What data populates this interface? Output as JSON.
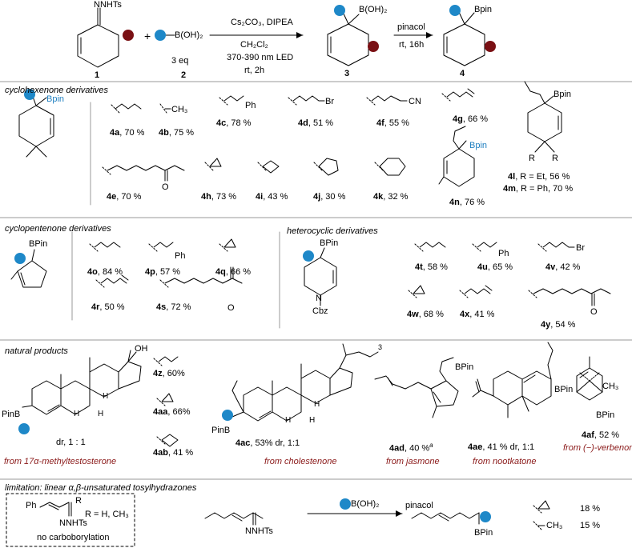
{
  "colors": {
    "boron_dot": "#1e88c8",
    "r_dot": "#7a1014",
    "source_text": "#8b1a1a",
    "divider": "#9a9a9a"
  },
  "scheme": {
    "hydrazone_label": "NNHTs",
    "boronic": "B(OH)₂",
    "equiv": "3 eq",
    "cond1": "Cs₂CO₃, DIPEA",
    "cond2": "CH₂Cl₂",
    "cond3": "370-390 nm LED",
    "cond4": "rt, 2h",
    "pinacol": "pinacol",
    "cond5": "rt, 16h",
    "n1": "1",
    "n2": "2",
    "n3": "3",
    "n4": "4",
    "boh2": "B(OH)₂",
    "bpin": "Bpin"
  },
  "sections": {
    "cyclohexenone": "cyclohexenone derivatives",
    "cyclopentenone": "cyclopentenone derivatives",
    "heterocyclic": "heterocyclic derivatives",
    "natural": "natural products",
    "limitation": "limitation: linear α,β-unsaturated tosylhydrazones"
  },
  "hex": {
    "bpin": "Bpin",
    "items": [
      {
        "id": "4a",
        "val": ", 70 %"
      },
      {
        "id": "4b",
        "val": ", 75 %"
      },
      {
        "id": "4c",
        "val": ", 78 %"
      },
      {
        "id": "4d",
        "val": ", 51 %"
      },
      {
        "id": "4f",
        "val": ", 55 %"
      },
      {
        "id": "4g",
        "val": ", 66 %"
      },
      {
        "id": "4e",
        "val": ", 70 %"
      },
      {
        "id": "4h",
        "val": ", 73 %"
      },
      {
        "id": "4i",
        "val": ", 43 %"
      },
      {
        "id": "4j",
        "val": ", 30 %"
      },
      {
        "id": "4k",
        "val": ", 32 %"
      },
      {
        "id": "4n",
        "val": ", 76 %"
      }
    ],
    "ch3": "CH₃",
    "ph": "Ph",
    "br": "Br",
    "cn": "CN",
    "o": "O",
    "right_bpin": "Bpin",
    "r": "R",
    "l4l": "4l",
    "l4l_txt": ", R = Et, 56 %",
    "l4m": "4m",
    "l4m_txt": ", R = Ph, 70 %",
    "n_bpin": "Bpin"
  },
  "pent": {
    "bpin": "BPin",
    "items": [
      {
        "id": "4o",
        "val": ", 84 %"
      },
      {
        "id": "4p",
        "val": ", 57 %"
      },
      {
        "id": "4q",
        "val": ", 66 %"
      },
      {
        "id": "4r",
        "val": ", 50 %"
      },
      {
        "id": "4s",
        "val": ", 72 %"
      }
    ],
    "ph": "Ph",
    "o": "O"
  },
  "het": {
    "bpin": "BPin",
    "n": "N",
    "cbz": "Cbz",
    "items": [
      {
        "id": "4t",
        "val": ", 58 %"
      },
      {
        "id": "4u",
        "val": ", 65 %"
      },
      {
        "id": "4v",
        "val": ", 42 %"
      },
      {
        "id": "4w",
        "val": ", 68 %"
      },
      {
        "id": "4x",
        "val": ", 41 %"
      },
      {
        "id": "4y",
        "val": ", 54 %"
      }
    ],
    "ph": "Ph",
    "br": "Br",
    "o": "O"
  },
  "nat": {
    "oh": "OH",
    "h": "H",
    "pinb": "PinB",
    "dr": "dr, 1 : 1",
    "src1": "from 17α-methyltestosterone",
    "items": [
      {
        "id": "4z",
        "val": ", 60%"
      },
      {
        "id": "4aa",
        "val": ", 66%"
      },
      {
        "id": "4ab",
        "val": ", 41 %"
      }
    ],
    "sub3": "3",
    "l4ac": "4ac",
    "l4ac_txt": ", 53% dr, 1:1",
    "src2": "from cholestenone",
    "bpin": "BPin",
    "l4ad": "4ad",
    "l4ad_txt": ", 40 %",
    "l4ad_sup": "a",
    "src3": "from jasmone",
    "bpin2": "BPin",
    "l4ae": "4ae",
    "l4ae_txt": ", 41 % dr,  1:1",
    "src4": "from nootkatone",
    "ch3": "CH₃",
    "bpin3": "BPin",
    "l4af": "4af",
    "l4af_txt": ", 52 %",
    "src5": "from (−)-verbenone"
  },
  "lim": {
    "ph": "Ph",
    "r": "R",
    "rdef": "R = H, CH₃",
    "nnhts": "NNHTs",
    "note": "no carboborylation",
    "nnhts2": "NNHTs",
    "boh2": "B(OH)₂",
    "pinacol": "pinacol",
    "bpin": "BPin",
    "y1": "18 %",
    "ch3": "CH₃",
    "y2": "15 %"
  }
}
